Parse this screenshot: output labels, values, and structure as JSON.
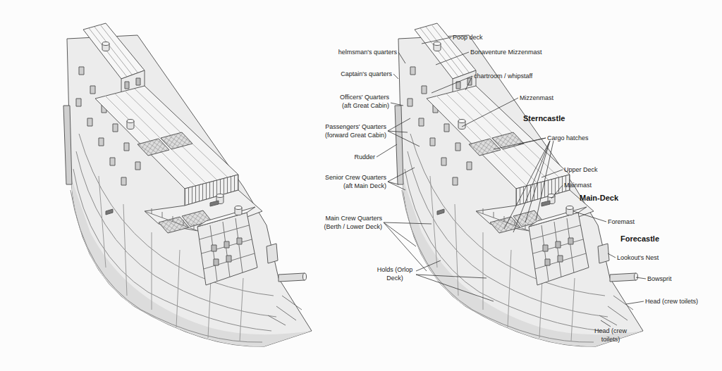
{
  "diagram": {
    "labels": [
      "Poop deck",
      "helmsman's quarters",
      "Bonaventure Mizzenmast",
      "Captain's quarters",
      "chartroom / whipstaff",
      "Officers' Quarters (aft Great Cabin)",
      "Mizzenmast",
      "Sterncastle",
      "Passengers' Quarters (forward Great Cabin)",
      "Cargo hatches",
      "Rudder",
      "Senior Crew Quarters (aft Main Deck)",
      "Upper Deck",
      "Mainmast",
      "Main-Deck",
      "Main Crew Quarters (Berth / Lower Deck)",
      "Foremast",
      "Forecastle",
      "Lookout's Nest",
      "Holds (Orlop Deck)",
      "Bowsprit",
      "Head (crew toilets)",
      "Head (crew toilets)"
    ]
  }
}
